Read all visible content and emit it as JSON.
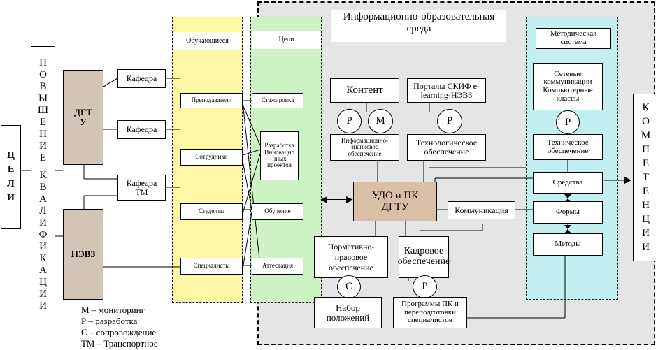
{
  "environment_title": "Информационно-образовательная среда",
  "goals_letters": [
    "Ц",
    "Е",
    "Л",
    "И"
  ],
  "qualification_letters": [
    "П",
    "О",
    "В",
    "Ы",
    "Ш",
    "Е",
    "Н",
    "И",
    "Е",
    "",
    "К",
    "В",
    "А",
    "Л",
    "И",
    "Ф",
    "И",
    "К",
    "А",
    "Ц",
    "И",
    "И"
  ],
  "competencies_letters": [
    "К",
    "О",
    "М",
    "П",
    "Е",
    "Т",
    "Е",
    "Н",
    "Ц",
    "И",
    "И"
  ],
  "dgtu_label": "ДГТ У",
  "nevz_label": "НЭВЗ",
  "departments": [
    "Кафедра",
    "Кафедра",
    "Кафедра ТМ"
  ],
  "learners": {
    "header": "Обучающиеся",
    "items": [
      "Преподаватели",
      "Сотрудники",
      "Студенты",
      "Специалисты"
    ]
  },
  "goals": {
    "header": "Цели",
    "items": [
      "Стажировка",
      "Разработка Инновацио нных проектов",
      "Обучение",
      "Аттестация"
    ]
  },
  "center": {
    "content": "Контент",
    "portals": "Порталы СКИФ e-learning-НЭВЗ",
    "info_support": "Информационно-знаниевое обеспечение",
    "tech_support": "Технологическое обеспечение",
    "udo": "УДО и ПК ДГТУ",
    "communication": "Коммуникация",
    "normative": "Нормативно-правовое обеспечение",
    "personnel": "Кадровое обеспечение",
    "regulations": "Набор положений",
    "programs": "Программы ПК и переподготовки специалистов"
  },
  "circles": {
    "r": "Р",
    "m": "М",
    "s": "С"
  },
  "methodical": {
    "header": "Методическая система",
    "network": "Сетевые коммуникации Компьютерные классы",
    "technical": "Техническое обеспечение",
    "means": "Средства",
    "forms": "Формы",
    "methods": "Методы"
  },
  "legend": [
    "М – мониторинг",
    "Р – разработка",
    "С – сопровождение",
    "ТМ – Транспортное"
  ],
  "colors": {
    "learners_fill": "#fdf7a6",
    "goals_fill": "#cdf3c4",
    "methodical_fill": "#c2f0f0",
    "udo_fill": "#d9bfa6",
    "org_fill": "#d2c5b6",
    "environment_fill": "#e4e4e4"
  }
}
